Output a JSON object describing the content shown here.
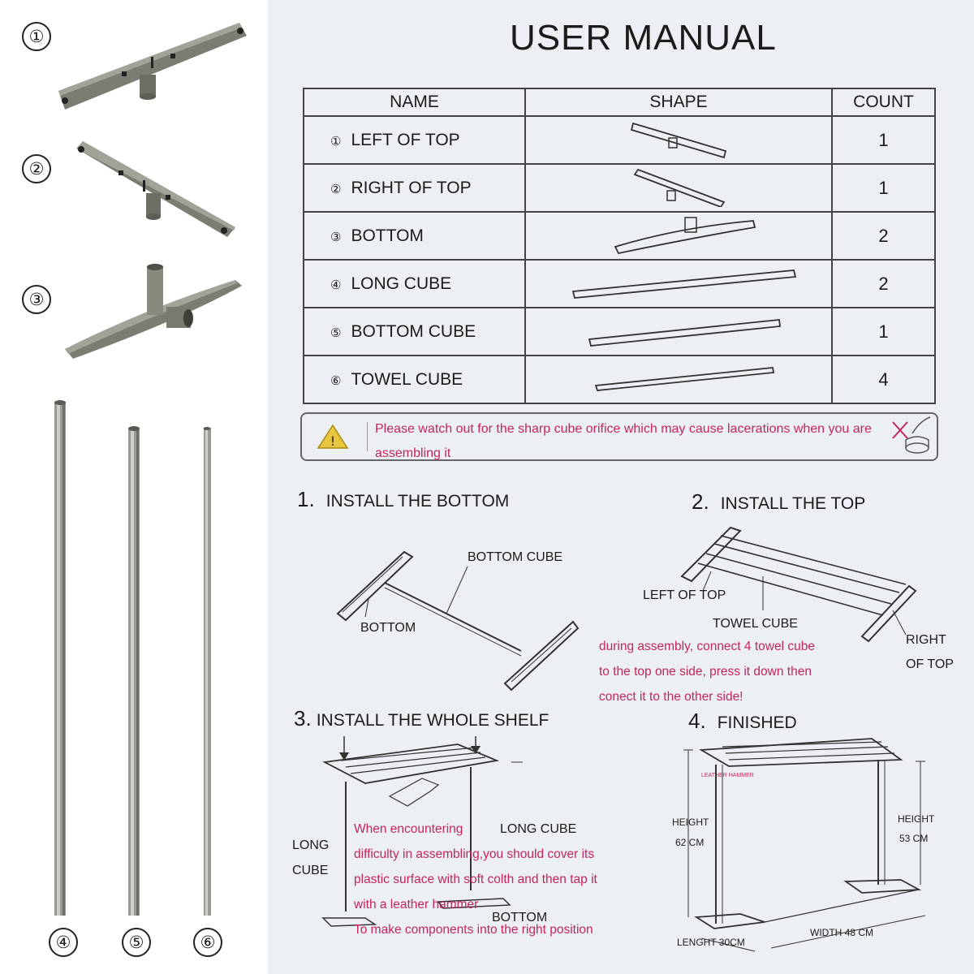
{
  "left_panel": {
    "markers": [
      "①",
      "②",
      "③",
      "④",
      "⑤",
      "⑥"
    ]
  },
  "manual": {
    "title": "USER MANUAL",
    "table": {
      "headers": [
        "NAME",
        "SHAPE",
        "COUNT"
      ],
      "rows": [
        {
          "num": "①",
          "name": "LEFT OF TOP",
          "count": "1"
        },
        {
          "num": "②",
          "name": "RIGHT OF TOP",
          "count": "1"
        },
        {
          "num": "③",
          "name": "BOTTOM",
          "count": "2"
        },
        {
          "num": "④",
          "name": "LONG CUBE",
          "count": "2"
        },
        {
          "num": "⑤",
          "name": "BOTTOM CUBE",
          "count": "1"
        },
        {
          "num": "⑥",
          "name": "TOWEL CUBE",
          "count": "4"
        }
      ]
    },
    "warning": "Please watch out for the sharp cube orifice which may cause lacerations when you are assembling it",
    "step1": {
      "num": "1.",
      "title": "INSTALL THE BOTTOM",
      "label_bottom_cube": "BOTTOM CUBE",
      "label_bottom": "BOTTOM"
    },
    "step2": {
      "num": "2.",
      "title": "INSTALL THE TOP",
      "label_left": "LEFT OF TOP",
      "label_towel": "TOWEL CUBE",
      "label_right_1": "RIGHT",
      "label_right_2": "OF TOP",
      "note_1": "during assembly, connect 4 towel cube",
      "note_2": "to the top one side, press it down then",
      "note_3": "conect it to the other side!"
    },
    "step3": {
      "num": "3.",
      "title": "INSTALL THE WHOLE SHELF",
      "label_long_1": "LONG",
      "label_long_2": "CUBE",
      "label_long_cube": "LONG CUBE",
      "label_bottom": "BOTTOM",
      "tiny": "LEATHER HAMMER",
      "note_1": "When encountering",
      "note_2": "difficulty in assembling,you should cover its",
      "note_3": "plastic surface with soft colth and then tap it",
      "note_4": "with a leather hammer",
      "note_5": "To make components into the right position"
    },
    "step4": {
      "num": "4.",
      "title": "FINISHED",
      "height_left_1": "HEIGHT",
      "height_left_2": "62 CM",
      "height_right_1": "HEIGHT",
      "height_right_2": "53 CM",
      "width": "WIDTH 48 CM",
      "length": "LENGHT 30CM"
    }
  },
  "colors": {
    "accent_red": "#c4265a",
    "part_gray": "#7d7c72",
    "panel_bg": "#eceff3"
  }
}
